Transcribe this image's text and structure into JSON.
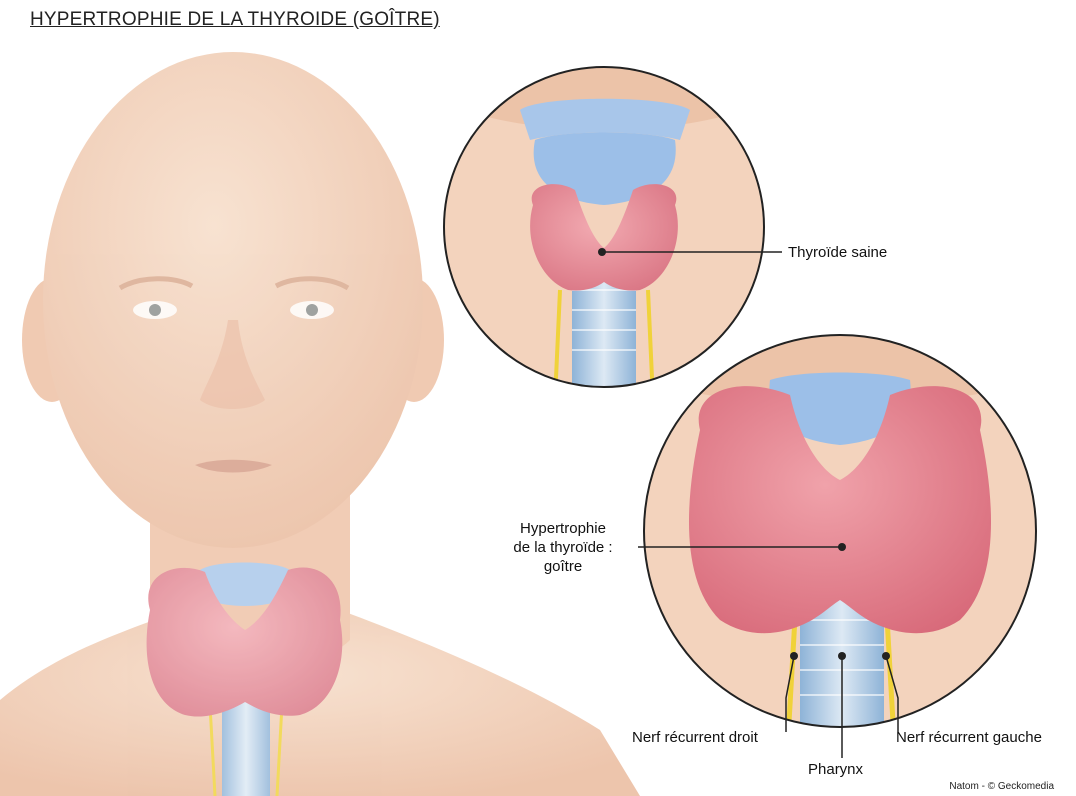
{
  "title": "HYPERTROPHIE DE LA THYROIDE (GOÎTRE)",
  "labels": {
    "healthy": "Thyroïde saine",
    "goiter_line1": "Hypertrophie",
    "goiter_line2": "de la thyroïde :",
    "goiter_line3": "goître",
    "right_nerve": "Nerf récurrent droit",
    "pharynx": "Pharynx",
    "left_nerve": "Nerf récurrent gauche"
  },
  "credit": "Natom - © Geckomedia",
  "colors": {
    "skin": "#f1ccb2",
    "thyroid": "#e48a96",
    "cartilage": "#9cbfe8",
    "nerve": "#f0d23a",
    "trachea": "#c6d9ea"
  }
}
